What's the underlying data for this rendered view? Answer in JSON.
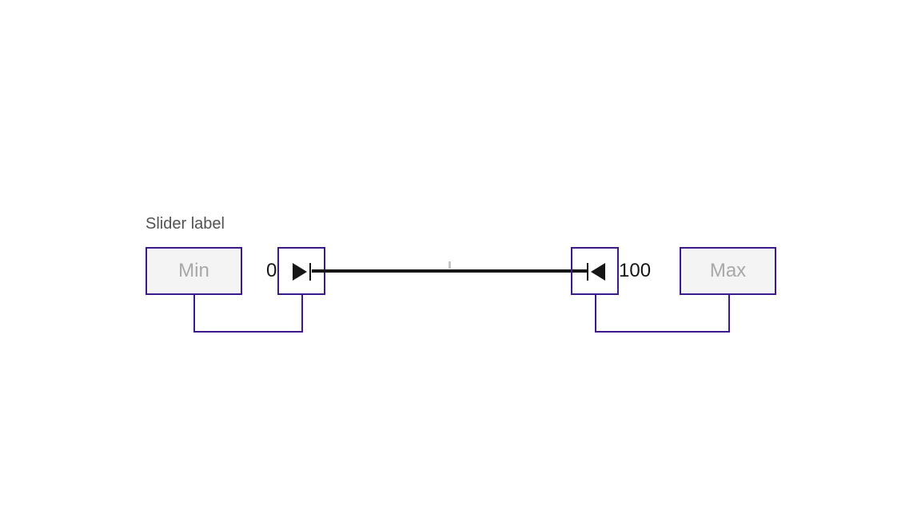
{
  "slider": {
    "label": "Slider label",
    "min_input_placeholder": "Min",
    "max_input_placeholder": "Max",
    "range_start_label": "0",
    "range_end_label": "100",
    "lower_handle_value": 0,
    "upper_handle_value": 100
  },
  "colors": {
    "annotation": "#3d1a8c",
    "track": "#161616",
    "placeholder": "#a8a8a8",
    "label": "#525252",
    "field_bg": "#f4f4f4"
  },
  "icons": {
    "lower_handle": "play-to-bar-icon",
    "upper_handle": "bar-to-play-left-icon"
  }
}
